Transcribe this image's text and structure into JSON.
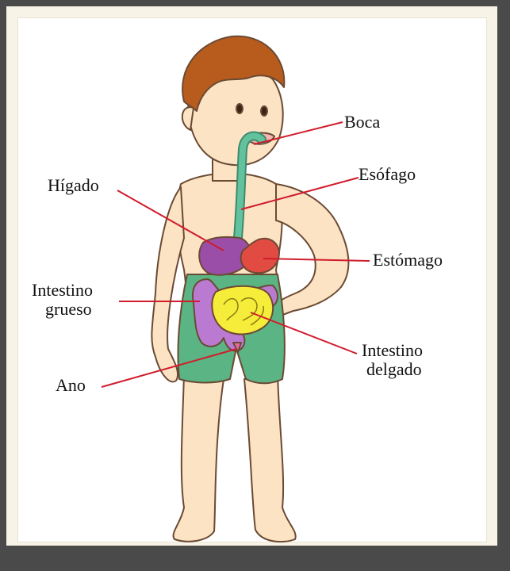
{
  "diagram": {
    "labels": {
      "boca": "Boca",
      "esofago": "Esófago",
      "higado": "Hígado",
      "estomago": "Estómago",
      "intestino_grueso_1": "Intestino",
      "intestino_grueso_2": "grueso",
      "intestino_delgado_1": "Intestino",
      "intestino_delgado_2": "delgado",
      "ano": "Ano"
    },
    "colors": {
      "leader_line": "#d01c2c",
      "skin": "#fbe3c4",
      "skin_outline": "#6b4a34",
      "hair": "#b85c1e",
      "shorts": "#5bb483",
      "liver": "#9a4ea7",
      "stomach": "#e24b42",
      "large_intestine": "#bb7ad1",
      "small_intestine": "#f6ec3a",
      "esophagus": "#63c29e",
      "frame_outer": "#4a4a4a",
      "frame_cream": "#f7f3e6"
    }
  }
}
